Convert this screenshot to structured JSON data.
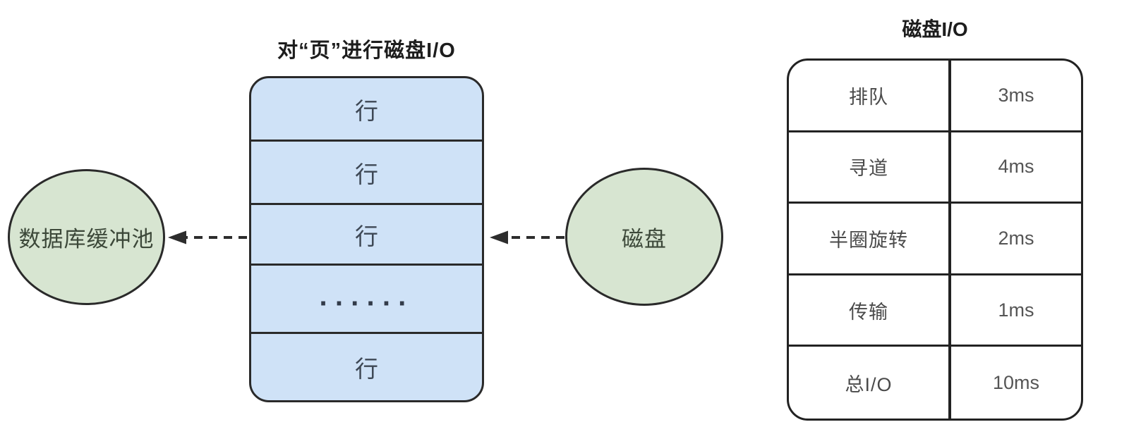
{
  "buffer_pool": {
    "label": "数据库缓冲池"
  },
  "page_box": {
    "title": "对“页”进行磁盘I/O",
    "rows": [
      "行",
      "行",
      "行",
      "······",
      "行"
    ]
  },
  "disk": {
    "label": "磁盘"
  },
  "io_table": {
    "title": "磁盘I/O",
    "rows": [
      {
        "step": "排队",
        "time": "3ms"
      },
      {
        "step": "寻道",
        "time": "4ms"
      },
      {
        "step": "半圈旋转",
        "time": "2ms"
      },
      {
        "step": "传输",
        "time": "1ms"
      },
      {
        "step": "总I/O",
        "time": "10ms"
      }
    ]
  },
  "colors": {
    "node_green": "#d7e5d1",
    "page_blue": "#cfe2f7",
    "stroke": "#2a2a2a"
  }
}
